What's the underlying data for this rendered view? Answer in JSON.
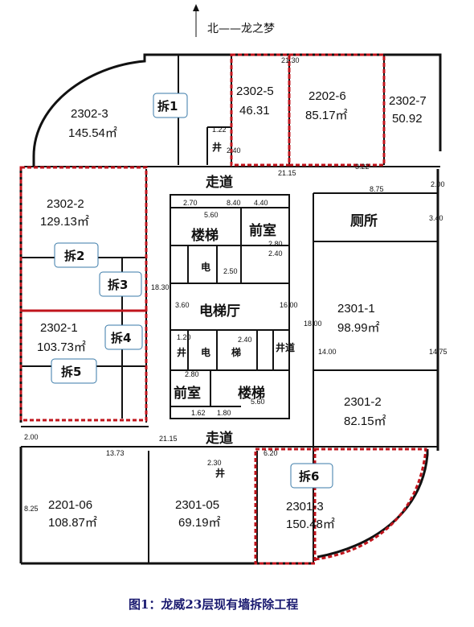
{
  "north_label": "北——龙之梦",
  "caption": "图1：龙威23层现有墙拆除工程",
  "corridor_label": "走道",
  "rooms": [
    {
      "code": "2302-3",
      "area": "145.54㎡"
    },
    {
      "code": "2302-5",
      "area": "46.31"
    },
    {
      "code": "2202-6",
      "area": "85.17㎡"
    },
    {
      "code": "2302-7",
      "area": "50.92"
    },
    {
      "code": "2302-2",
      "area": "129.13㎡"
    },
    {
      "code": "2302-1",
      "area": "103.73㎡"
    },
    {
      "code": "2301-1",
      "area": "98.99㎡"
    },
    {
      "code": "2301-2",
      "area": "82.15㎡"
    },
    {
      "code": "2201-06",
      "area": "108.87㎡"
    },
    {
      "code": "2301-05",
      "area": "69.19㎡"
    },
    {
      "code": "2301-3",
      "area": "150.48㎡"
    }
  ],
  "demolition_tags": [
    "拆1",
    "拆2",
    "拆3",
    "拆4",
    "拆5",
    "拆6"
  ],
  "core": {
    "stair": "楼梯",
    "vestibule": "前室",
    "elevator_hall": "电梯厅",
    "elevator": "电",
    "shaft": "井",
    "ladder": "梯",
    "shaft_duct": "井道",
    "toilet": "厕所"
  },
  "dimensions": [
    "21.30",
    "21.15",
    "2.00",
    "8.75",
    "3.40",
    "14.75",
    "18.00",
    "14.00",
    "13.73",
    "21.15",
    "8.25",
    "6.20",
    "1.22",
    "2.40",
    "2.70",
    "8.40",
    "4.40",
    "5.60",
    "2.80",
    "2.50",
    "2.40",
    "3.60",
    "16.00",
    "1.20",
    "2.80",
    "5.60",
    "1.62",
    "1.80",
    "18.30",
    "2.40",
    "2.30",
    "3.22",
    "2.00"
  ],
  "colors": {
    "demolition_border": "#c0141c",
    "wall": "#111111",
    "tag_border": "#3a7aa8",
    "caption": "#1a1a70"
  }
}
